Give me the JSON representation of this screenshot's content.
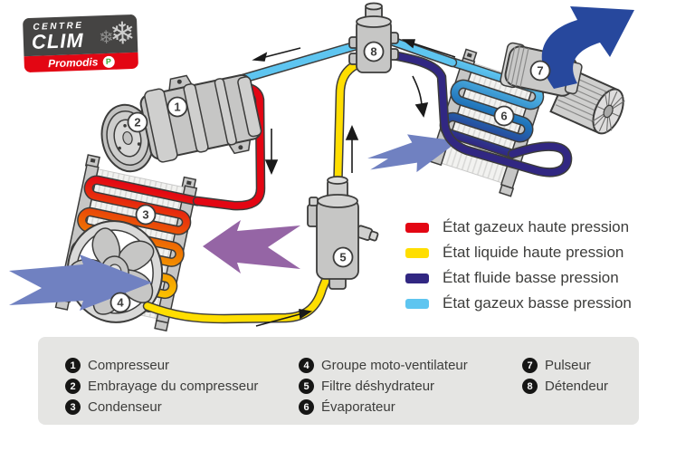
{
  "logo": {
    "top_small": "CENTRE",
    "top_big": "CLIM",
    "snowflake": "❄",
    "brand": "Promodis",
    "brand_badge": "P"
  },
  "state_legend": {
    "items": [
      {
        "color": "#e30613",
        "label": "État gazeux haute pression"
      },
      {
        "color": "#ffde00",
        "label": "État liquide haute pression"
      },
      {
        "color": "#312782",
        "label": "État fluide basse pression"
      },
      {
        "color": "#5ec5f0",
        "label": "État gazeux basse pression"
      }
    ]
  },
  "component_legend": {
    "items": [
      {
        "num": "1",
        "label": "Compresseur"
      },
      {
        "num": "2",
        "label": "Embrayage du compresseur"
      },
      {
        "num": "3",
        "label": "Condenseur"
      },
      {
        "num": "4",
        "label": "Groupe moto-ventilateur"
      },
      {
        "num": "5",
        "label": "Filtre déshydrateur"
      },
      {
        "num": "6",
        "label": "Évaporateur"
      },
      {
        "num": "7",
        "label": "Pulseur"
      },
      {
        "num": "8",
        "label": "Détendeur"
      }
    ]
  },
  "diagram_colors": {
    "high_pressure_gas": "#e30613",
    "high_pressure_liquid": "#ffde00",
    "low_pressure_fluid": "#312782",
    "low_pressure_gas": "#5ec5f0",
    "air_warm_arrow": "#9565a5",
    "air_cool_arrow": "#7081c1",
    "blown_air_arrow": "#27489d",
    "outline": "#3c3c3b"
  }
}
